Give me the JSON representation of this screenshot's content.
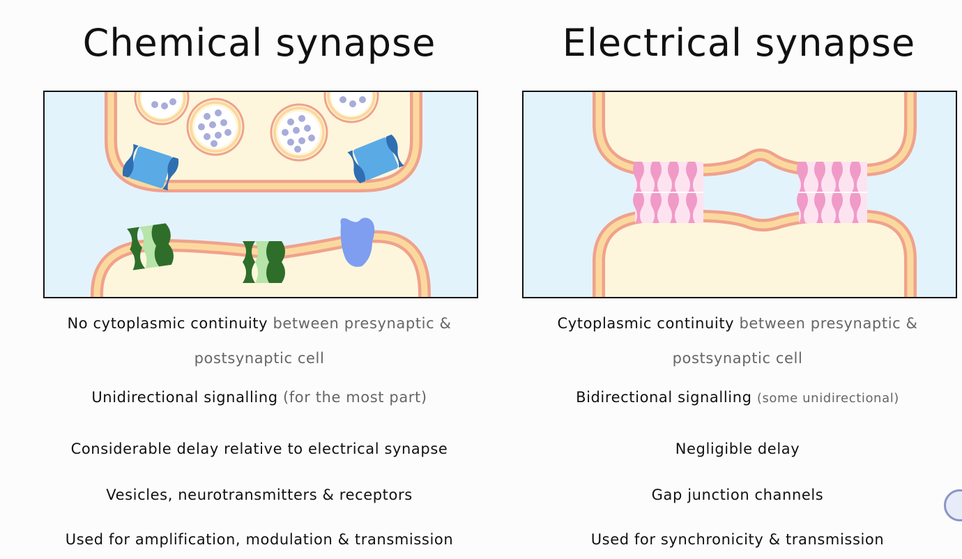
{
  "left": {
    "title": "Chemical synapse",
    "lines": [
      {
        "main": "No cytoplasmic continuity",
        "aside": "between presynaptic &"
      },
      {
        "main": "",
        "aside": "postsynaptic cell"
      },
      {
        "main": "Unidirectional signalling",
        "aside": "(for the most part)"
      },
      {
        "main": "Considerable delay relative to electrical synapse",
        "aside": ""
      },
      {
        "main": "Vesicles, neurotransmitters & receptors",
        "aside": ""
      },
      {
        "main": "Used for amplification, modulation & transmission",
        "aside": ""
      }
    ]
  },
  "right": {
    "title": "Electrical synapse",
    "lines": [
      {
        "main": "Cytoplasmic continuity",
        "aside": "between presynaptic &"
      },
      {
        "main": "",
        "aside": "postsynaptic cell"
      },
      {
        "main": "Bidirectional signalling",
        "aside": "(some unidirectional)"
      },
      {
        "main": "Negligible delay",
        "aside": ""
      },
      {
        "main": "Gap junction channels",
        "aside": ""
      },
      {
        "main": "Used for synchronicity & transmission",
        "aside": ""
      }
    ]
  },
  "colors": {
    "extracellular": "#e3f3fb",
    "cytoplasm": "#fdf6dc",
    "membrane_outer": "#f0a28c",
    "membrane_inner": "#fbd99e",
    "vesicle_dot": "#a7acd9",
    "channel_blue": "#5aaae6",
    "receptor_green": "#2e6e2a",
    "gap_junction": "#f09ac8",
    "metabotropic_receptor": "#7f9ef0"
  }
}
